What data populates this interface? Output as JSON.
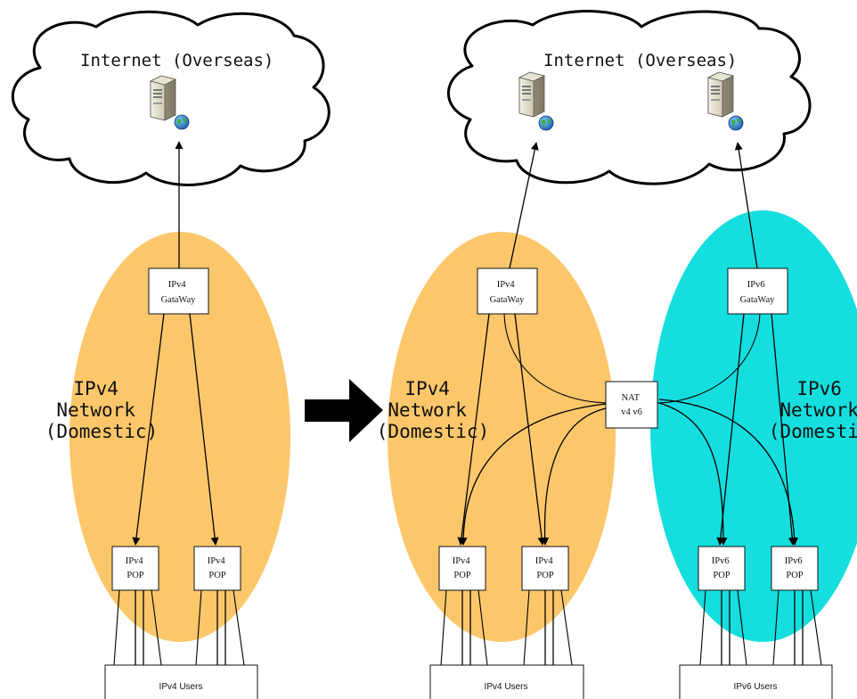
{
  "left": {
    "cloud_label": "Internet (Overseas)",
    "gateway_label": [
      "IPv4",
      "GataWay"
    ],
    "network_label": [
      "IPv4",
      "Network",
      "(Domestic)"
    ],
    "pops": [
      [
        "IPv4",
        "POP"
      ],
      [
        "IPv4",
        "POP"
      ]
    ],
    "users_label": "IPv4 Users"
  },
  "right": {
    "cloud_label": "Internet (Overseas)",
    "v4_gateway_label": [
      "IPv4",
      "GataWay"
    ],
    "v6_gateway_label": [
      "IPv6",
      "GataWay"
    ],
    "v4_network_label": [
      "IPv4",
      "Network",
      "(Domestic)"
    ],
    "v6_network_label": [
      "IPv6",
      "Network",
      "(Domestic)"
    ],
    "nat_label": [
      "NAT",
      "v4 v6"
    ],
    "v4_pops": [
      [
        "IPv4",
        "POP"
      ],
      [
        "IPv4",
        "POP"
      ]
    ],
    "v6_pops": [
      [
        "IPv6",
        "POP"
      ],
      [
        "IPv6",
        "POP"
      ]
    ],
    "v4_users_label": "IPv4 Users",
    "v6_users_label": "IPv6 Users"
  },
  "colors": {
    "ipv4_network": "#fbc76a",
    "ipv6_network": "#14dede",
    "arrow": "#000000"
  },
  "icons": [
    "server-icon",
    "globe-icon",
    "transition-arrow-icon"
  ]
}
